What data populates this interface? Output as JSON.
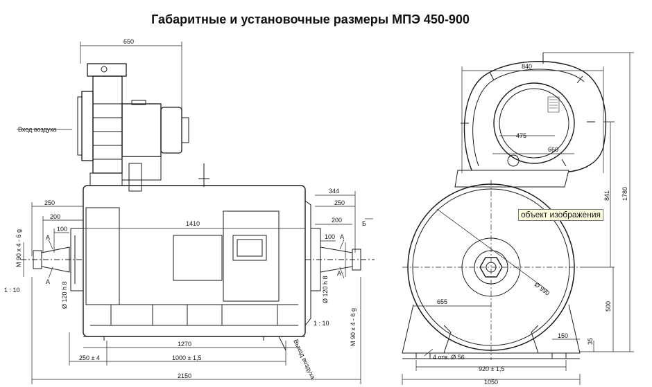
{
  "title": "Габаритные и установочные размеры МПЭ 450-900",
  "tooltip": "объект изображения",
  "side_view": {
    "air_inlet": "Вход воздуха",
    "air_outlet": "Выход воздуха",
    "shaft_thread_left": "M 90 x 4 - 6 g",
    "shaft_thread_right": "M 90 x 4 - 6 g",
    "shaft_diam_left": "Ø 120 h 8",
    "shaft_diam_right": "Ø 120 h 8",
    "taper_left": "1 : 10",
    "taper_right": "1 : 10",
    "section_a": "A",
    "section_b": "Б",
    "dims": {
      "fan_width": "650",
      "end_right_total": "344",
      "shaft_left_250": "250",
      "shaft_left_200": "200",
      "shaft_left_100": "100",
      "shaft_right_250": "250",
      "shaft_right_200": "200",
      "shaft_right_100": "100",
      "body_length": "1410",
      "foot_length": "1270",
      "foot_offset": "250 ± 4",
      "foot_holes": "1000 ± 1,5",
      "overall_length": "2150"
    }
  },
  "end_view": {
    "dims": {
      "fan_width": "840",
      "inlet_475": "475",
      "inlet_660": "660",
      "height_841": "841",
      "overall_height": "1780",
      "stator_diam": "Ø 990",
      "shaft_height": "500",
      "half_width": "655",
      "foot_150": "150",
      "foot_35": "35",
      "holes": "4 отв. Ø 56",
      "foot_span": "920 ± 1,5",
      "overall_width": "1050"
    }
  }
}
